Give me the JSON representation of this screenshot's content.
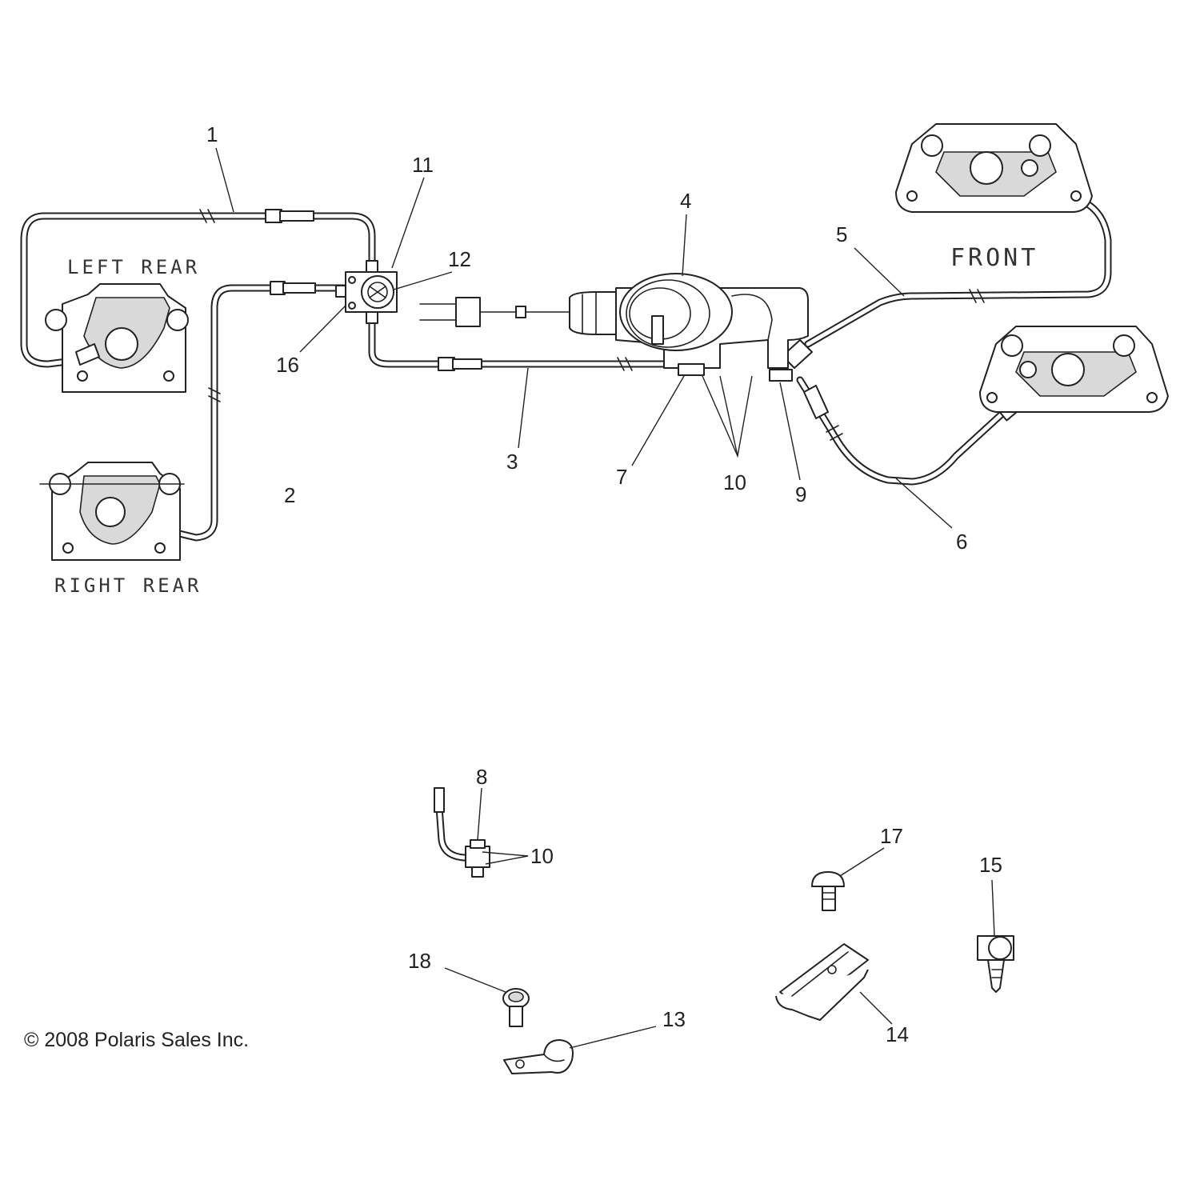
{
  "callouts": {
    "c1": "1",
    "c2": "2",
    "c3": "3",
    "c4": "4",
    "c5": "5",
    "c6": "6",
    "c7": "7",
    "c8": "8",
    "c9": "9",
    "c10": "10",
    "c10b": "10",
    "c11": "11",
    "c12": "12",
    "c13": "13",
    "c14": "14",
    "c15": "15",
    "c16": "16",
    "c17": "17",
    "c18": "18"
  },
  "labels": {
    "left_rear": "LEFT REAR",
    "right_rear": "RIGHT REAR",
    "front": "FRONT"
  },
  "copyright": "© 2008 Polaris Sales Inc."
}
